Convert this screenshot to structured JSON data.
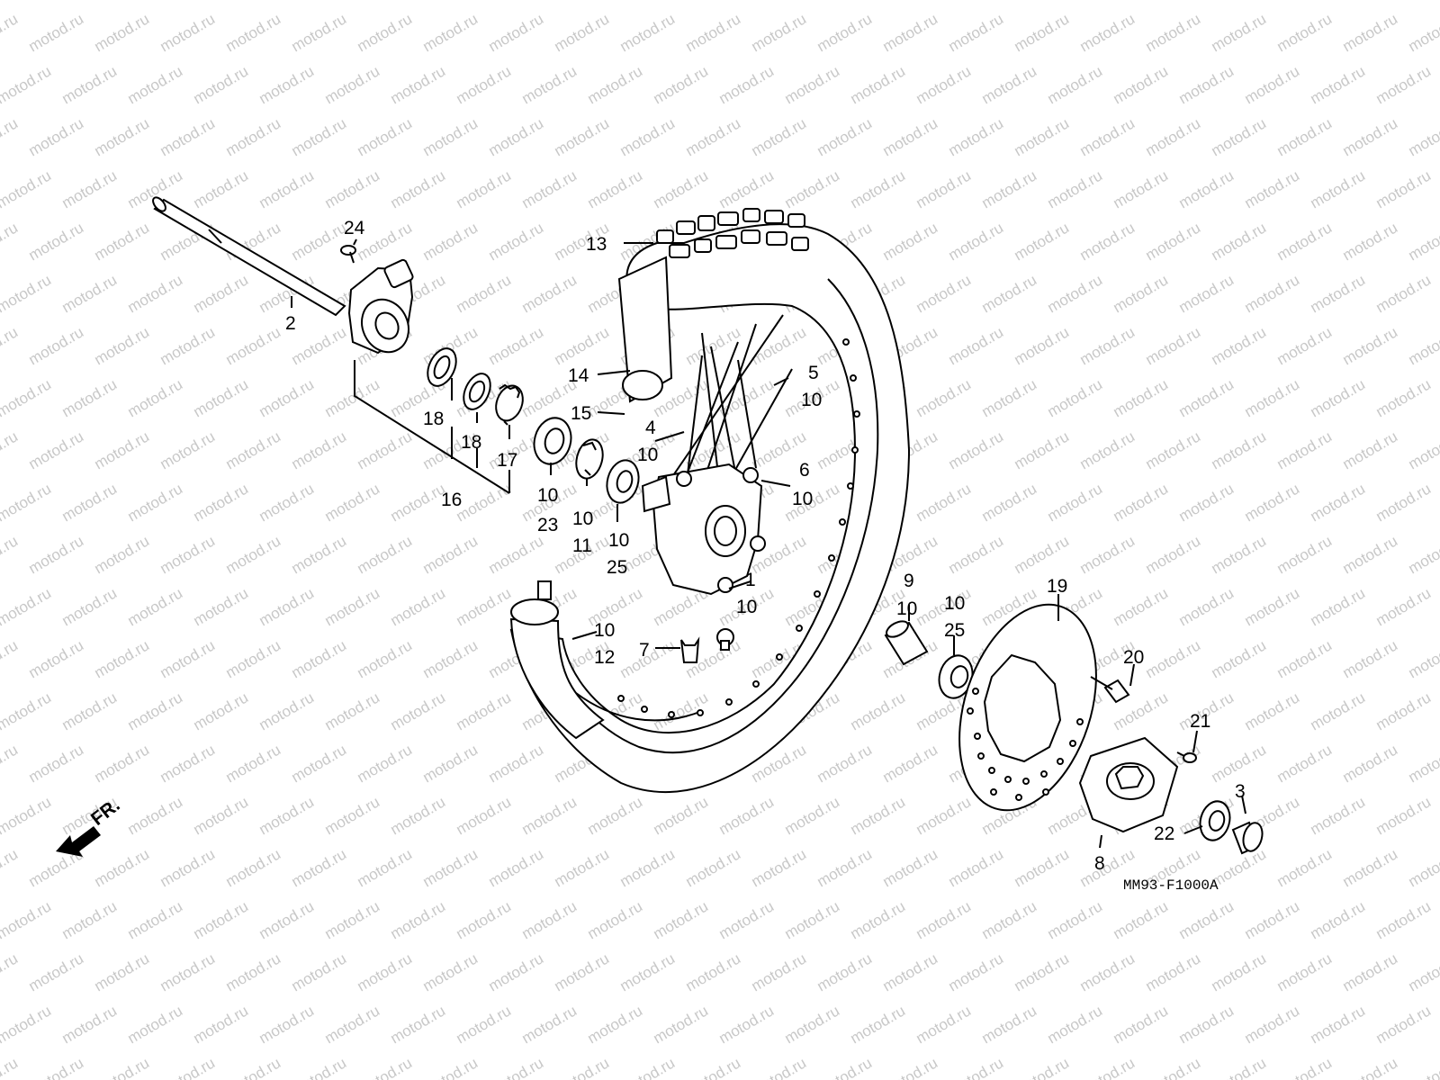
{
  "diagram": {
    "code": "MM93-F1000A",
    "direction_label": "FR.",
    "watermark": "motod.ru",
    "callouts": {
      "c2": "2",
      "c24": "24",
      "c13": "13",
      "c14": "14",
      "c15": "15",
      "c5": "5",
      "c5b": "10",
      "c4": "4",
      "c4b": "10",
      "c6": "6",
      "c6b": "10",
      "c18a": "18",
      "c18b": "18",
      "c17": "17",
      "c16": "16",
      "c10a": "10",
      "c23": "23",
      "c10b": "10",
      "c11": "11",
      "c10c": "10",
      "c25a": "25",
      "c1": "1",
      "c1b": "10",
      "c10d": "10",
      "c12": "12",
      "c7": "7",
      "c9": "9",
      "c9b": "10",
      "c10e": "10",
      "c25b": "25",
      "c19": "19",
      "c20": "20",
      "c21": "21",
      "c3": "3",
      "c22": "22",
      "c8": "8"
    }
  }
}
